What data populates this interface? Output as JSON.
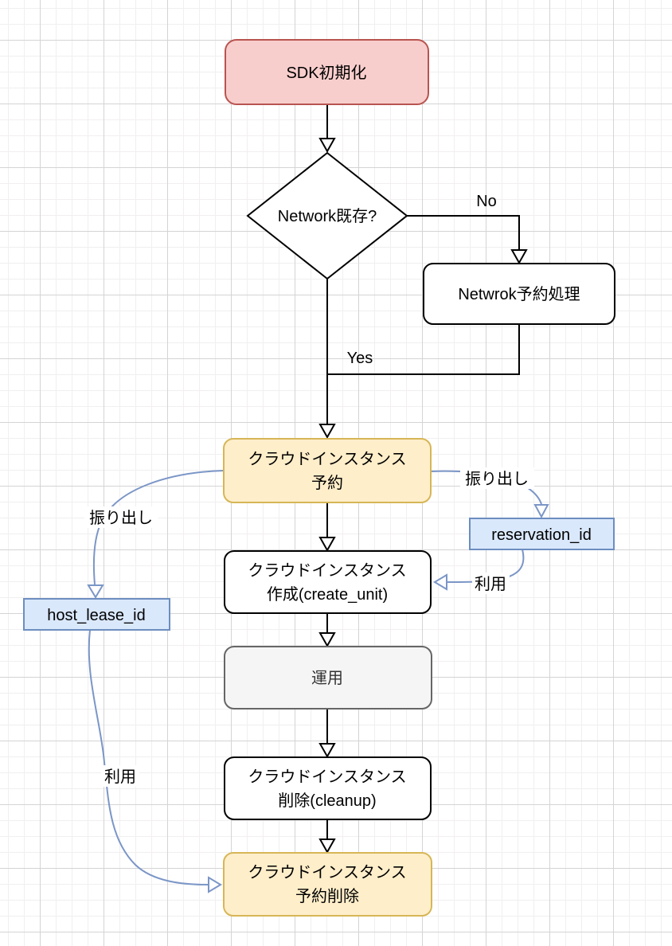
{
  "diagram": {
    "nodes": {
      "sdk_init": {
        "label": "SDK初期化"
      },
      "network_check": {
        "label": "Network既存?"
      },
      "network_reserve": {
        "label": "Netwrok予約処理"
      },
      "instance_reserve": {
        "line1": "クラウドインスタンス",
        "line2": "予約"
      },
      "reservation_id": {
        "label": "reservation_id"
      },
      "host_lease_id": {
        "label": "host_lease_id"
      },
      "instance_create": {
        "line1": "クラウドインスタンス",
        "line2": "作成(create_unit)"
      },
      "operation": {
        "label": "運用"
      },
      "instance_cleanup": {
        "line1": "クラウドインスタンス",
        "line2": "削除(cleanup)"
      },
      "reserve_delete": {
        "line1": "クラウドインスタンス",
        "line2": "予約削除"
      }
    },
    "edge_labels": {
      "no": "No",
      "yes": "Yes",
      "issue_right": "振り出し",
      "use_right": "利用",
      "issue_left": "振り出し",
      "use_left": "利用"
    },
    "colors": {
      "red_fill": "#f8cecc",
      "red_stroke": "#b85450",
      "yellow_fill": "#ffeeca",
      "yellow_stroke": "#d6b656",
      "blue_fill": "#dae8fc",
      "blue_stroke": "#6c8ebf",
      "gray_fill": "#f5f5f5",
      "gray_stroke": "#666666",
      "white_fill": "#ffffff",
      "black": "#000000",
      "connector_blue": "#7b96c7"
    }
  }
}
